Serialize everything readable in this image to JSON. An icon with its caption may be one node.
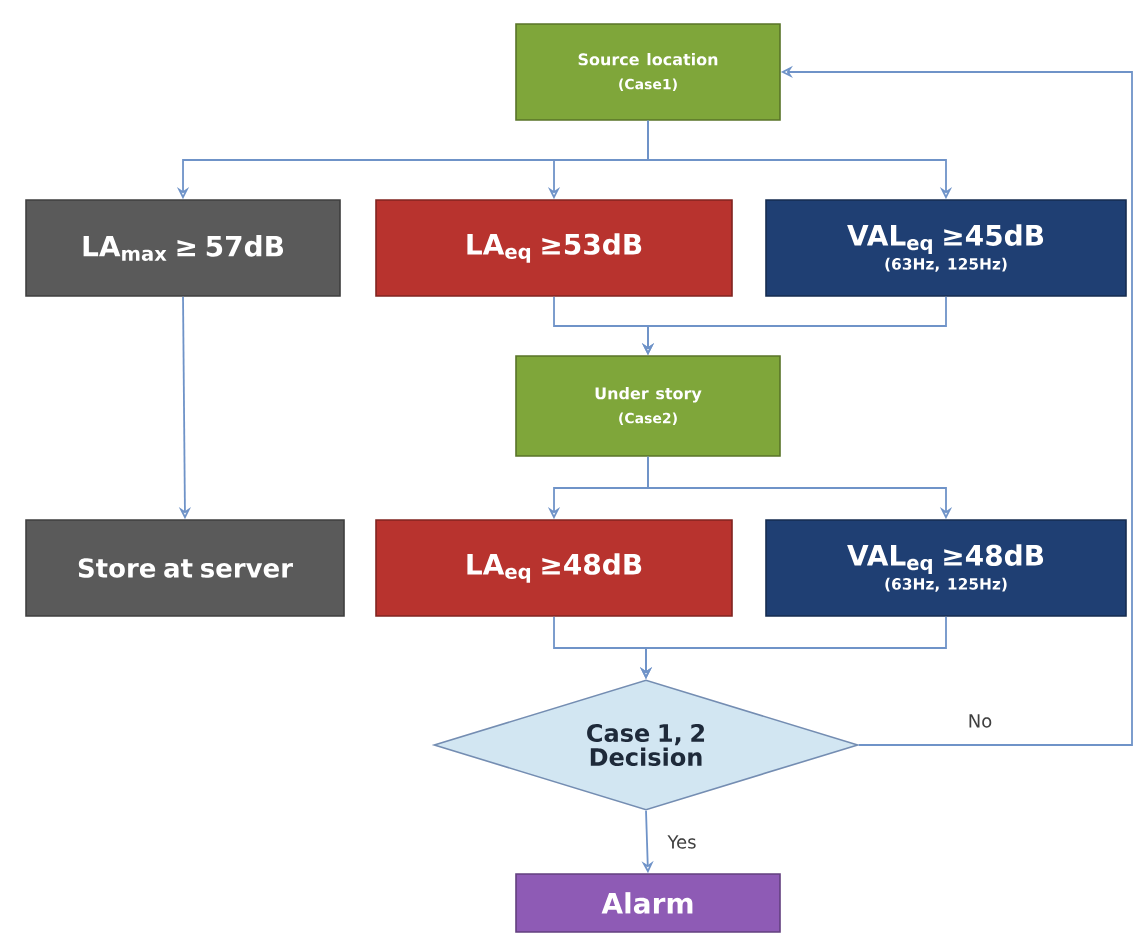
{
  "diagram": {
    "nodes": [
      {
        "text": [
          "Source location",
          "(Case1)"
        ]
      },
      {
        "text": [
          "LA$_{max}$ ≥ 57dB"
        ]
      },
      {
        "text": [
          "LA$_{eq}$ ≥53dB"
        ]
      },
      {
        "text": [
          "VAL$_{eq}$ ≥45dB",
          "(63Hz, 125Hz)"
        ]
      },
      {
        "text": [
          "Under story",
          "(Case2)"
        ]
      },
      {
        "text": [
          "Store at server"
        ]
      },
      {
        "text": [
          "LA$_{eq}$ ≥48dB"
        ]
      },
      {
        "text": [
          "VAL$_{eq}$ ≥48dB",
          "(63Hz, 125Hz)"
        ]
      },
      {
        "text": [
          "Case 1, 2 Decision"
        ]
      },
      {
        "text": [
          "Alarm"
        ]
      }
    ],
    "edges": [
      {
        "from": 0,
        "to": 1,
        "arrow": "to"
      },
      {
        "from": 0,
        "to": 2,
        "arrow": "to"
      },
      {
        "from": 0,
        "to": 3,
        "arrow": "to"
      },
      {
        "from": 1,
        "to": 5,
        "arrow": "to"
      },
      {
        "from": 2,
        "to": 4,
        "arrow": "to"
      },
      {
        "from": 3,
        "to": 4,
        "arrow": "to"
      },
      {
        "from": 4,
        "to": 6,
        "arrow": "to"
      },
      {
        "from": 4,
        "to": 7,
        "arrow": "to"
      },
      {
        "from": 6,
        "to": 8,
        "arrow": "to"
      },
      {
        "from": 7,
        "to": 8,
        "arrow": "to"
      },
      {
        "from": 8,
        "to": 9,
        "label": "Yes",
        "arrow": "to"
      },
      {
        "from": 8,
        "to": 0,
        "label": "No",
        "arrow": "to"
      }
    ]
  }
}
